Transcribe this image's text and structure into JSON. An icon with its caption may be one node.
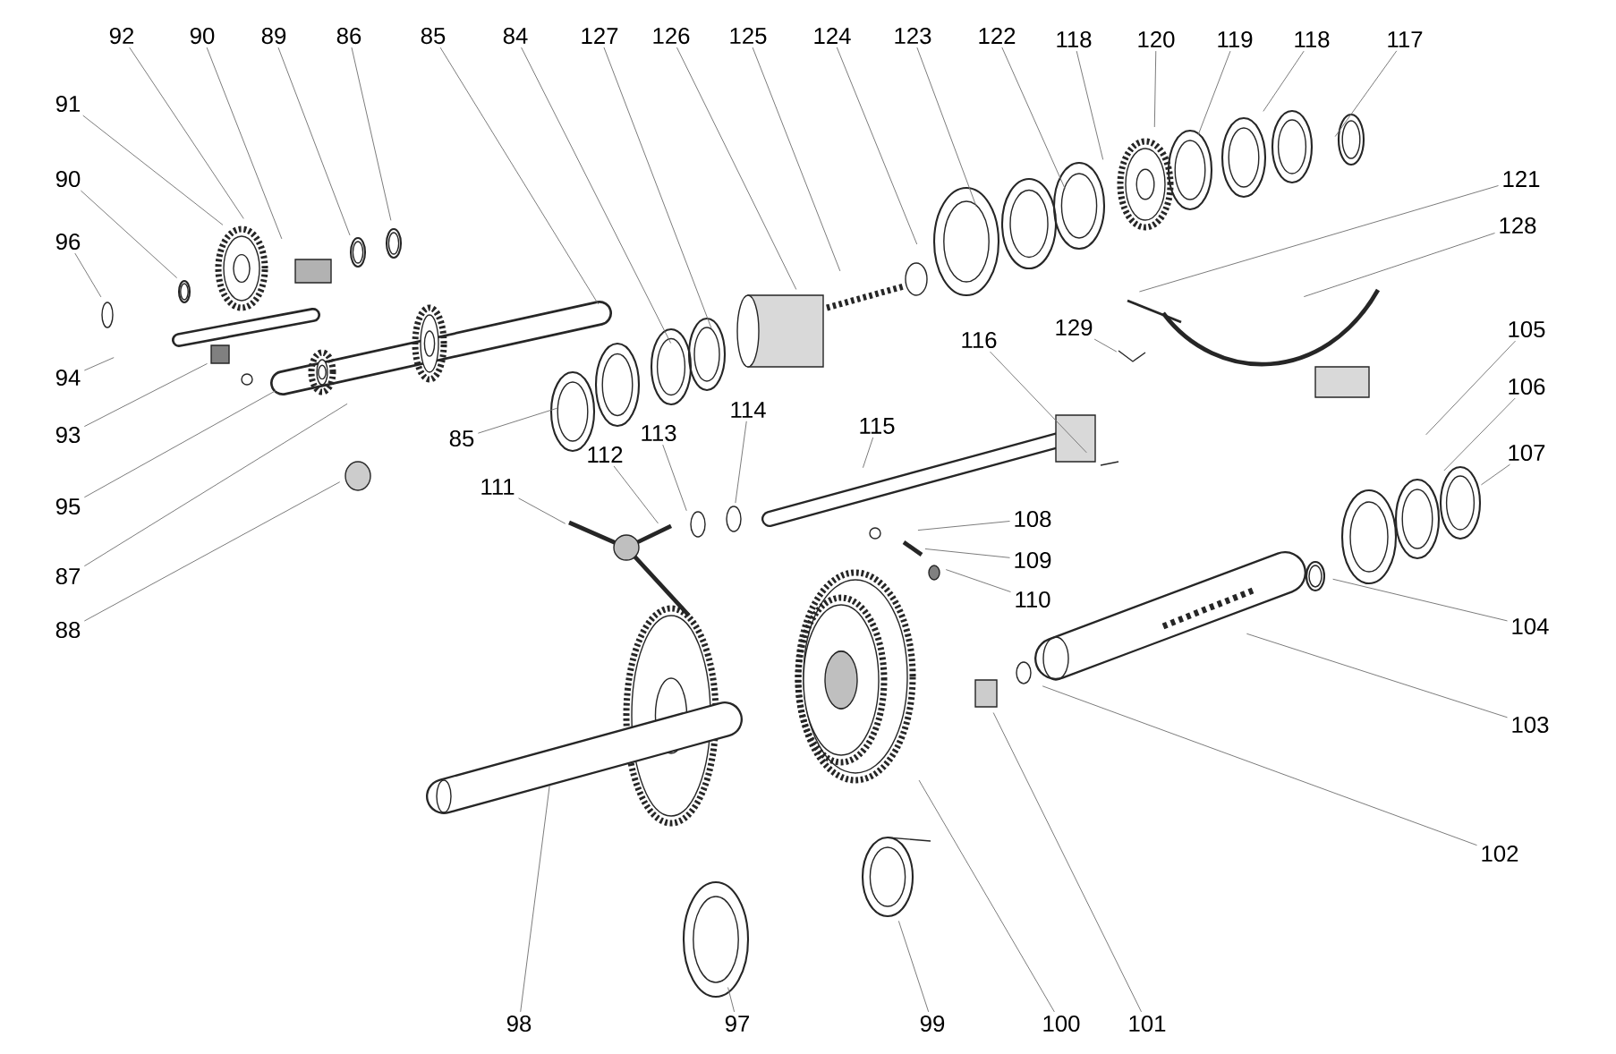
{
  "diagram": {
    "nodes": [
      {
        "text": [
          "92"
        ]
      },
      {
        "text": [
          "90"
        ]
      },
      {
        "text": [
          "89"
        ]
      },
      {
        "text": [
          "86"
        ]
      },
      {
        "text": [
          "85"
        ]
      },
      {
        "text": [
          "84"
        ]
      },
      {
        "text": [
          "127"
        ]
      },
      {
        "text": [
          "126"
        ]
      },
      {
        "text": [
          "125"
        ]
      },
      {
        "text": [
          "124"
        ]
      },
      {
        "text": [
          "123"
        ]
      },
      {
        "text": [
          "122"
        ]
      },
      {
        "text": [
          "118"
        ]
      },
      {
        "text": [
          "120"
        ]
      },
      {
        "text": [
          "119"
        ]
      },
      {
        "text": [
          "118"
        ]
      },
      {
        "text": [
          "117"
        ]
      },
      {
        "text": [
          "121"
        ]
      },
      {
        "text": [
          "128"
        ]
      },
      {
        "text": [
          "105"
        ]
      },
      {
        "text": [
          "106"
        ]
      },
      {
        "text": [
          "107"
        ]
      },
      {
        "text": [
          "104"
        ]
      },
      {
        "text": [
          "103"
        ]
      },
      {
        "text": [
          "102"
        ]
      },
      {
        "text": [
          "98"
        ]
      },
      {
        "text": [
          "97"
        ]
      },
      {
        "text": [
          "99"
        ]
      },
      {
        "text": [
          "100"
        ]
      },
      {
        "text": [
          "101"
        ]
      },
      {
        "text": [
          "108"
        ]
      },
      {
        "text": [
          "109"
        ]
      },
      {
        "text": [
          "110"
        ]
      },
      {
        "text": [
          "115"
        ]
      },
      {
        "text": [
          "116"
        ]
      },
      {
        "text": [
          "129"
        ]
      },
      {
        "text": [
          "111"
        ]
      },
      {
        "text": [
          "112"
        ]
      },
      {
        "text": [
          "113"
        ]
      },
      {
        "text": [
          "114"
        ]
      },
      {
        "text": [
          "85"
        ]
      },
      {
        "text": [
          "91"
        ]
      },
      {
        "text": [
          "90"
        ]
      },
      {
        "text": [
          "96"
        ]
      },
      {
        "text": [
          "94"
        ]
      },
      {
        "text": [
          "93"
        ]
      },
      {
        "text": [
          "95"
        ]
      },
      {
        "text": [
          "87"
        ]
      },
      {
        "text": [
          "88"
        ]
      }
    ],
    "edges": [
      {
        "from": 0,
        "to": null,
        "arrow": "none"
      },
      {
        "from": 1,
        "to": null,
        "arrow": "none"
      },
      {
        "from": 2,
        "to": null,
        "arrow": "none"
      },
      {
        "from": 3,
        "to": null,
        "arrow": "none"
      },
      {
        "from": 4,
        "to": null,
        "arrow": "none"
      },
      {
        "from": 5,
        "to": null,
        "arrow": "none"
      },
      {
        "from": 6,
        "to": null,
        "arrow": "none"
      },
      {
        "from": 7,
        "to": null,
        "arrow": "none"
      },
      {
        "from": 8,
        "to": null,
        "arrow": "none"
      },
      {
        "from": 9,
        "to": null,
        "arrow": "none"
      },
      {
        "from": 10,
        "to": null,
        "arrow": "none"
      },
      {
        "from": 11,
        "to": null,
        "arrow": "none"
      },
      {
        "from": 12,
        "to": null,
        "arrow": "none"
      },
      {
        "from": 13,
        "to": null,
        "arrow": "none"
      },
      {
        "from": 14,
        "to": null,
        "arrow": "none"
      },
      {
        "from": 15,
        "to": null,
        "arrow": "none"
      },
      {
        "from": 16,
        "to": null,
        "arrow": "none"
      },
      {
        "from": 17,
        "to": null,
        "arrow": "none"
      },
      {
        "from": 18,
        "to": null,
        "arrow": "none"
      },
      {
        "from": 19,
        "to": null,
        "arrow": "none"
      },
      {
        "from": 20,
        "to": null,
        "arrow": "none"
      },
      {
        "from": 21,
        "to": null,
        "arrow": "none"
      },
      {
        "from": 22,
        "to": null,
        "arrow": "none"
      },
      {
        "from": 23,
        "to": null,
        "arrow": "none"
      },
      {
        "from": 24,
        "to": null,
        "arrow": "none"
      },
      {
        "from": 25,
        "to": null,
        "arrow": "none"
      },
      {
        "from": 26,
        "to": null,
        "arrow": "none"
      },
      {
        "from": 27,
        "to": null,
        "arrow": "none"
      },
      {
        "from": 28,
        "to": null,
        "arrow": "none"
      },
      {
        "from": 29,
        "to": null,
        "arrow": "none"
      },
      {
        "from": 30,
        "to": null,
        "arrow": "none"
      },
      {
        "from": 31,
        "to": null,
        "arrow": "none"
      },
      {
        "from": 32,
        "to": null,
        "arrow": "none"
      },
      {
        "from": 33,
        "to": null,
        "arrow": "none"
      },
      {
        "from": 34,
        "to": null,
        "arrow": "none"
      },
      {
        "from": 35,
        "to": null,
        "arrow": "none"
      },
      {
        "from": 36,
        "to": null,
        "arrow": "none"
      },
      {
        "from": 37,
        "to": null,
        "arrow": "none"
      },
      {
        "from": 38,
        "to": null,
        "arrow": "none"
      },
      {
        "from": 39,
        "to": null,
        "arrow": "none"
      },
      {
        "from": 40,
        "to": null,
        "arrow": "none"
      },
      {
        "from": 41,
        "to": null,
        "arrow": "none"
      },
      {
        "from": 42,
        "to": null,
        "arrow": "none"
      },
      {
        "from": 43,
        "to": null,
        "arrow": "none"
      },
      {
        "from": 44,
        "to": null,
        "arrow": "none"
      },
      {
        "from": 45,
        "to": null,
        "arrow": "none"
      },
      {
        "from": 46,
        "to": null,
        "arrow": "none"
      },
      {
        "from": 47,
        "to": null,
        "arrow": "none"
      },
      {
        "from": 48,
        "to": null,
        "arrow": "none"
      }
    ]
  }
}
